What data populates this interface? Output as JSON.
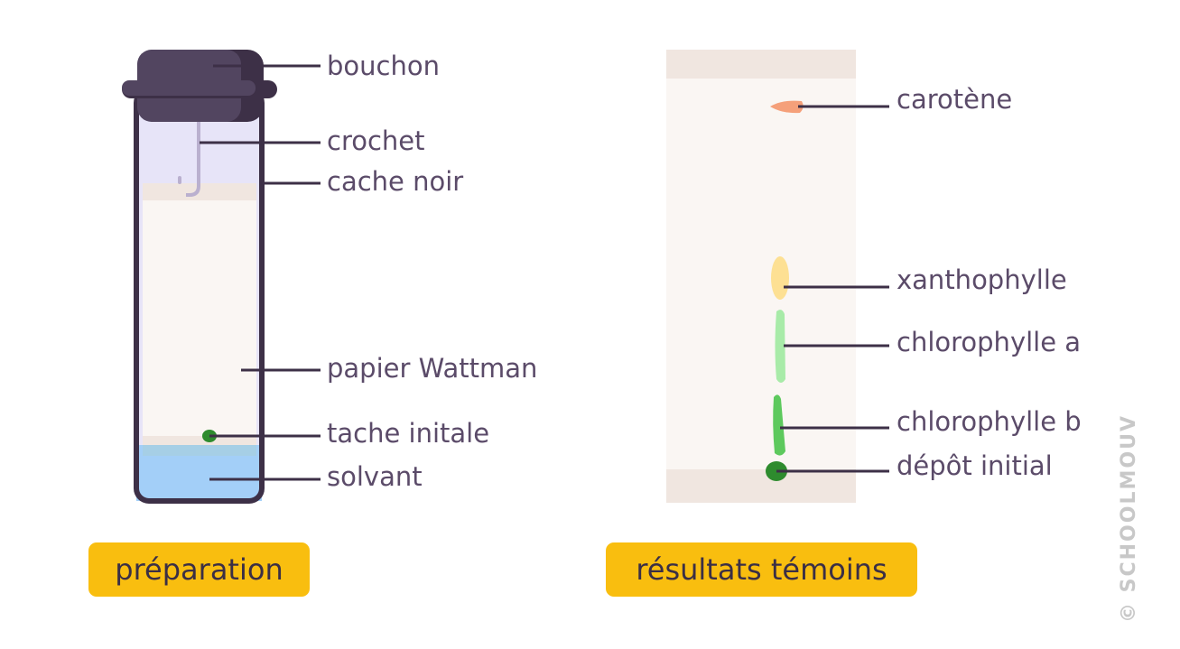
{
  "preparation": {
    "labels": {
      "bouchon": "bouchon",
      "crochet": "crochet",
      "cache_noir": "cache noir",
      "papier": "papier Wattman",
      "tache": "tache initale",
      "solvant": "solvant"
    },
    "badge": "préparation"
  },
  "resultats": {
    "labels": {
      "carotene": "carotène",
      "xanthophylle": "xanthophylle",
      "chloro_a": "chlorophylle a",
      "chloro_b": "chlorophylle b",
      "depot": "dépôt initial"
    },
    "badge": "résultats témoins"
  },
  "watermark": "© SCHOOLMOUV",
  "colors": {
    "badge": "#f9be0f",
    "label": "#5b4b69",
    "cap": "#524560",
    "solvent": "#a3cff8"
  }
}
